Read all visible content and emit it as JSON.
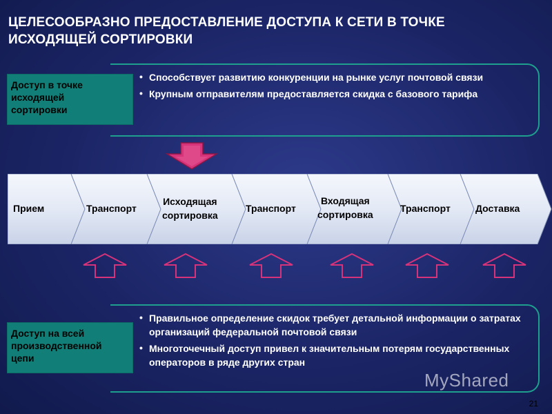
{
  "title": {
    "line1": "ЦЕЛЕСООБРАЗНО ПРЕДОСТАВЛЕНИЕ ДОСТУПА К СЕТИ В ТОЧКЕ",
    "line2": "ИСХОДЯЩЕЙ СОРТИРОВКИ"
  },
  "top_block": {
    "tag_lines": [
      "Доступ в точке",
      "исходящей",
      "сортировки"
    ],
    "bullets": [
      "Способствует развитию конкуренции на рынке услуг почтовой связи",
      "Крупным отправителям предоставляется скидка с базового тарифа"
    ]
  },
  "process": {
    "steps": [
      {
        "line1": "Прием",
        "line2": ""
      },
      {
        "line1": "Транспорт",
        "line2": ""
      },
      {
        "line1": "Исходящая",
        "line2": "сортировка"
      },
      {
        "line1": "Транспорт",
        "line2": ""
      },
      {
        "line1": "Входящая",
        "line2": "сортировка"
      },
      {
        "line1": "Транспорт",
        "line2": ""
      },
      {
        "line1": "Доставка",
        "line2": ""
      }
    ]
  },
  "bottom_block": {
    "tag_lines": [
      "Доступ на всей",
      "производственной",
      "цепи"
    ],
    "bullets": [
      "Правильное определение скидок требует детальной информации о затратах организаций федеральной почтовой связи",
      "Многоточечный доступ привел к значительным потерям государственных операторов в ряде других стран"
    ]
  },
  "watermark": "MyShared",
  "page_number": "21",
  "colors": {
    "accent": "#117f77",
    "arrow": "#d6337a",
    "chevron": "#e8edf7"
  }
}
